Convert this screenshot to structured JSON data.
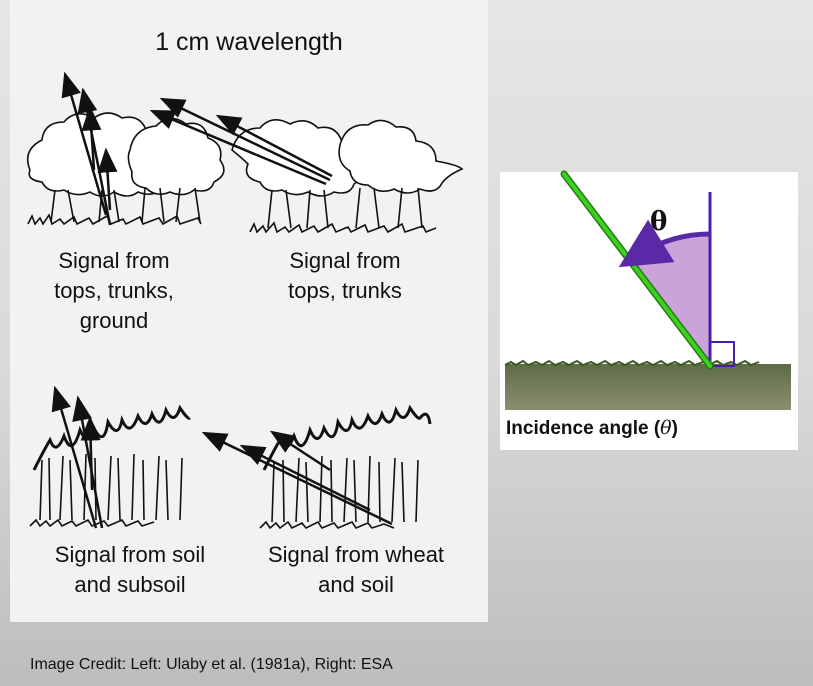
{
  "left_panel": {
    "title": "1 cm wavelength",
    "captions": {
      "forest_full": "Signal from\ntops, trunks,\nground",
      "forest_partial": "Signal from\ntops, trunks",
      "crop_soil": "Signal from soil\nand subsoil",
      "crop_wheat": "Signal from wheat\nand soil"
    }
  },
  "right_panel": {
    "theta_symbol": "θ",
    "label_text": "Incidence angle (",
    "label_theta": "θ",
    "label_close": ")",
    "colors": {
      "beam": "#3ad11f",
      "normal": "#4a1fa8",
      "angle_fill": "#c9a3d9",
      "arrow": "#5a2aa6",
      "ground": "#6f7a55",
      "grass": "#3a5a22"
    }
  },
  "credit": "Image Credit: Left: Ulaby et al. (1981a), Right: ESA"
}
